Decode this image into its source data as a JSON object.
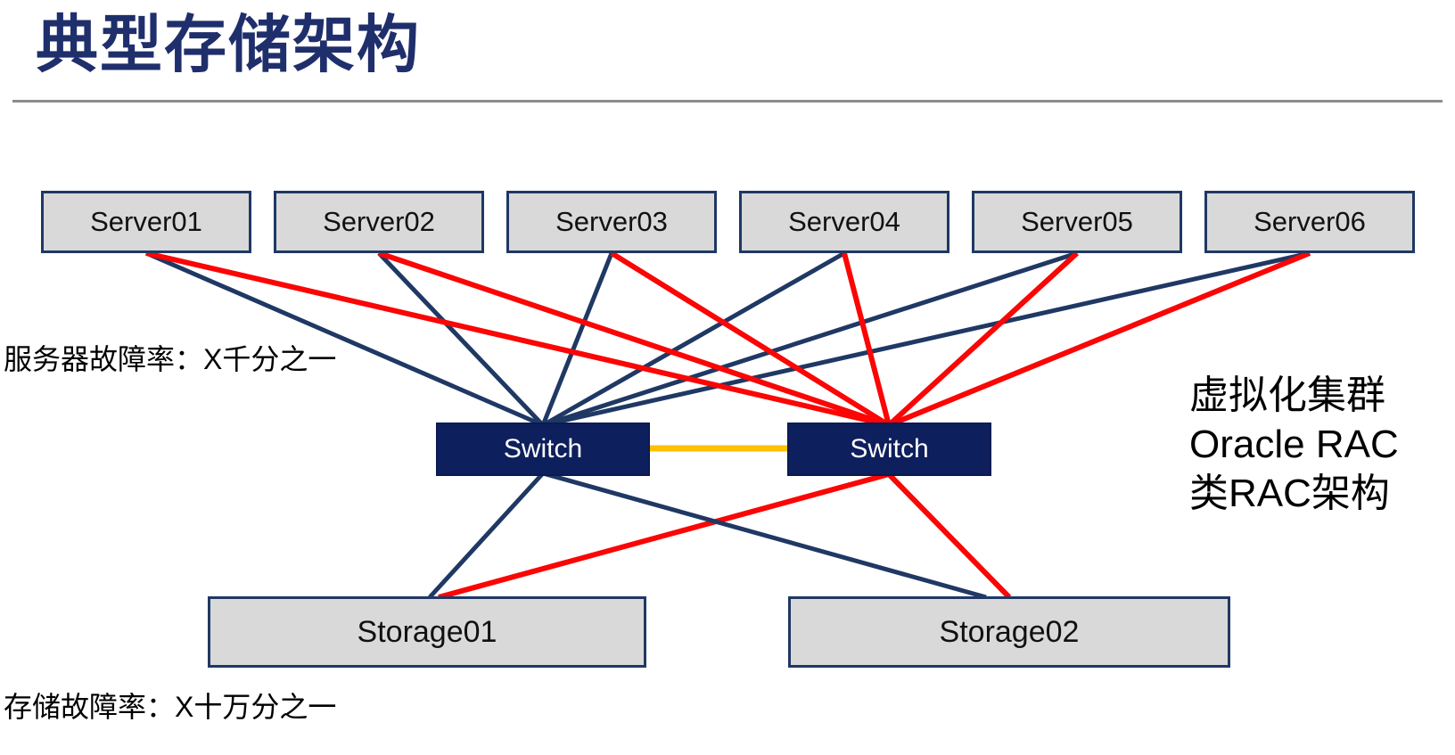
{
  "title": "典型存储架构",
  "servers": [
    {
      "id": "server01",
      "label": "Server01"
    },
    {
      "id": "server02",
      "label": "Server02"
    },
    {
      "id": "server03",
      "label": "Server03"
    },
    {
      "id": "server04",
      "label": "Server04"
    },
    {
      "id": "server05",
      "label": "Server05"
    },
    {
      "id": "server06",
      "label": "Server06"
    }
  ],
  "switches": [
    {
      "id": "switch1",
      "label": "Switch"
    },
    {
      "id": "switch2",
      "label": "Switch"
    }
  ],
  "storages": [
    {
      "id": "storage01",
      "label": "Storage01"
    },
    {
      "id": "storage02",
      "label": "Storage02"
    }
  ],
  "annotations": {
    "server_failure_rate": "服务器故障率：X千分之一",
    "storage_failure_rate": "存储故障率：X十万分之一",
    "cluster_note": [
      "虚拟化集群",
      "Oracle RAC",
      "类RAC架构"
    ]
  },
  "edges": [
    {
      "from": "server01",
      "to": "switch1",
      "color": "blue"
    },
    {
      "from": "server02",
      "to": "switch1",
      "color": "blue"
    },
    {
      "from": "server03",
      "to": "switch1",
      "color": "blue"
    },
    {
      "from": "server04",
      "to": "switch1",
      "color": "blue"
    },
    {
      "from": "server05",
      "to": "switch1",
      "color": "blue"
    },
    {
      "from": "server06",
      "to": "switch1",
      "color": "blue"
    },
    {
      "from": "server01",
      "to": "switch2",
      "color": "red"
    },
    {
      "from": "server02",
      "to": "switch2",
      "color": "red"
    },
    {
      "from": "server03",
      "to": "switch2",
      "color": "red"
    },
    {
      "from": "server04",
      "to": "switch2",
      "color": "red"
    },
    {
      "from": "server05",
      "to": "switch2",
      "color": "red"
    },
    {
      "from": "server06",
      "to": "switch2",
      "color": "red"
    },
    {
      "from": "switch2",
      "to": "storage01",
      "color": "red"
    },
    {
      "from": "switch2",
      "to": "storage02",
      "color": "red"
    },
    {
      "from": "switch1",
      "to": "storage01",
      "color": "blue"
    },
    {
      "from": "switch1",
      "to": "storage02",
      "color": "blue"
    },
    {
      "from": "switch1",
      "to": "switch2",
      "color": "yellow"
    }
  ],
  "colors": {
    "blue": "#1F3864",
    "red": "#FB0505",
    "yellow": "#FFC000",
    "box_fill": "#D9D9D9",
    "switch_fill": "#0D1F5C",
    "title_text": "#1F2F6C",
    "divider": "#8C8C8C"
  }
}
